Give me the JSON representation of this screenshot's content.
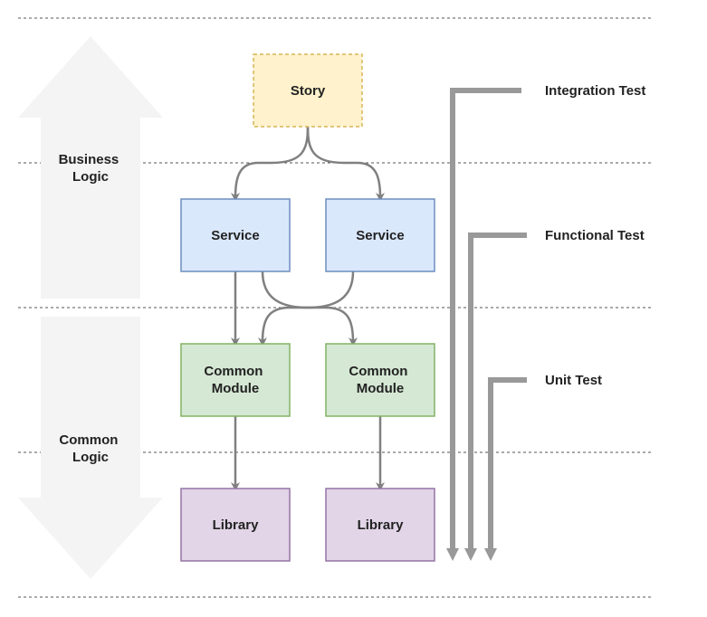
{
  "colors": {
    "background": "#ffffff",
    "divider": "#555555",
    "side_arrow_fill": "#f4f4f4",
    "connector": "#808080",
    "test_bar": "#999999",
    "story_fill": "#fff2cc",
    "story_stroke": "#d6b656",
    "service_fill": "#dae8fc",
    "service_stroke": "#6c8ebf",
    "module_fill": "#d5e8d4",
    "module_stroke": "#82b366",
    "library_fill": "#e1d5e7",
    "library_stroke": "#9673a6",
    "text": "#222222"
  },
  "layers": {
    "business": {
      "line1": "Business",
      "line2": "Logic"
    },
    "common": {
      "line1": "Common",
      "line2": "Logic"
    }
  },
  "nodes": {
    "story": {
      "label": "Story"
    },
    "service_left": {
      "label": "Service"
    },
    "service_right": {
      "label": "Service"
    },
    "module_left": {
      "line1": "Common",
      "line2": "Module"
    },
    "module_right": {
      "line1": "Common",
      "line2": "Module"
    },
    "library_left": {
      "label": "Library"
    },
    "library_right": {
      "label": "Library"
    }
  },
  "tests": {
    "integration": {
      "label": "Integration Test"
    },
    "functional": {
      "label": "Functional Test"
    },
    "unit": {
      "label": "Unit Test"
    }
  }
}
